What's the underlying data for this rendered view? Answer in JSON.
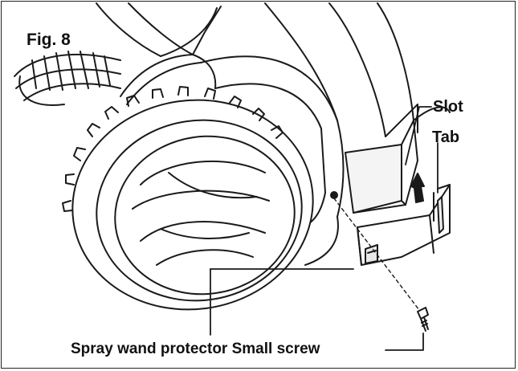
{
  "figure": {
    "label": "Fig. 8"
  },
  "callouts": {
    "slot": "Slot",
    "tab": "Tab"
  },
  "caption": {
    "text": "Spray wand protector Small screw"
  },
  "colors": {
    "line": "#1a1a1a",
    "fill": "#ffffff",
    "shade": "#e9e9e9"
  }
}
